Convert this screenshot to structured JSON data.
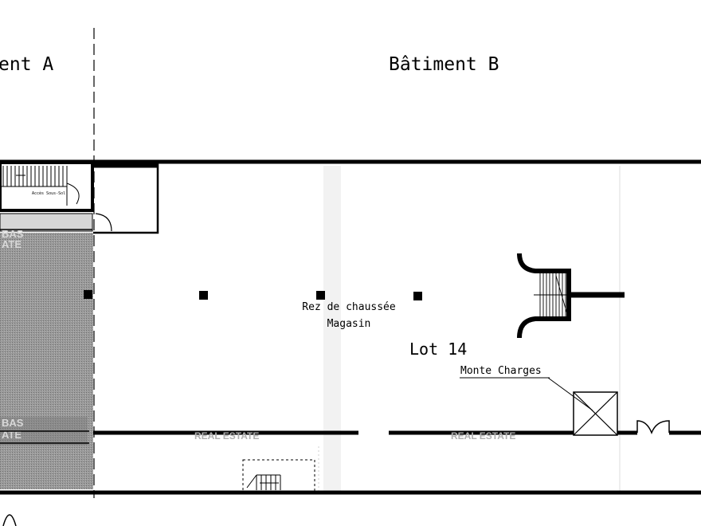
{
  "headers": {
    "building_a": "ent A",
    "building_b": "Bâtiment B"
  },
  "labels": {
    "floor": "Rez de chaussée",
    "use": "Magasin",
    "lot": "Lot 14",
    "goods_lift": "Monte Charges",
    "small_stair_note": "Accès Sous-Sol"
  },
  "watermarks": {
    "bas_top": "BAS",
    "ate_top": "ATE",
    "bas_bottom": "BAS",
    "ate_bottom": "ATE",
    "real_estate_1": "REAL ESTATE",
    "real_estate_2": "REAL ESTATE"
  },
  "colors": {
    "line": "#000000",
    "hatch_fill": "#8a8a8a",
    "watermark": "#d8d8d8"
  }
}
